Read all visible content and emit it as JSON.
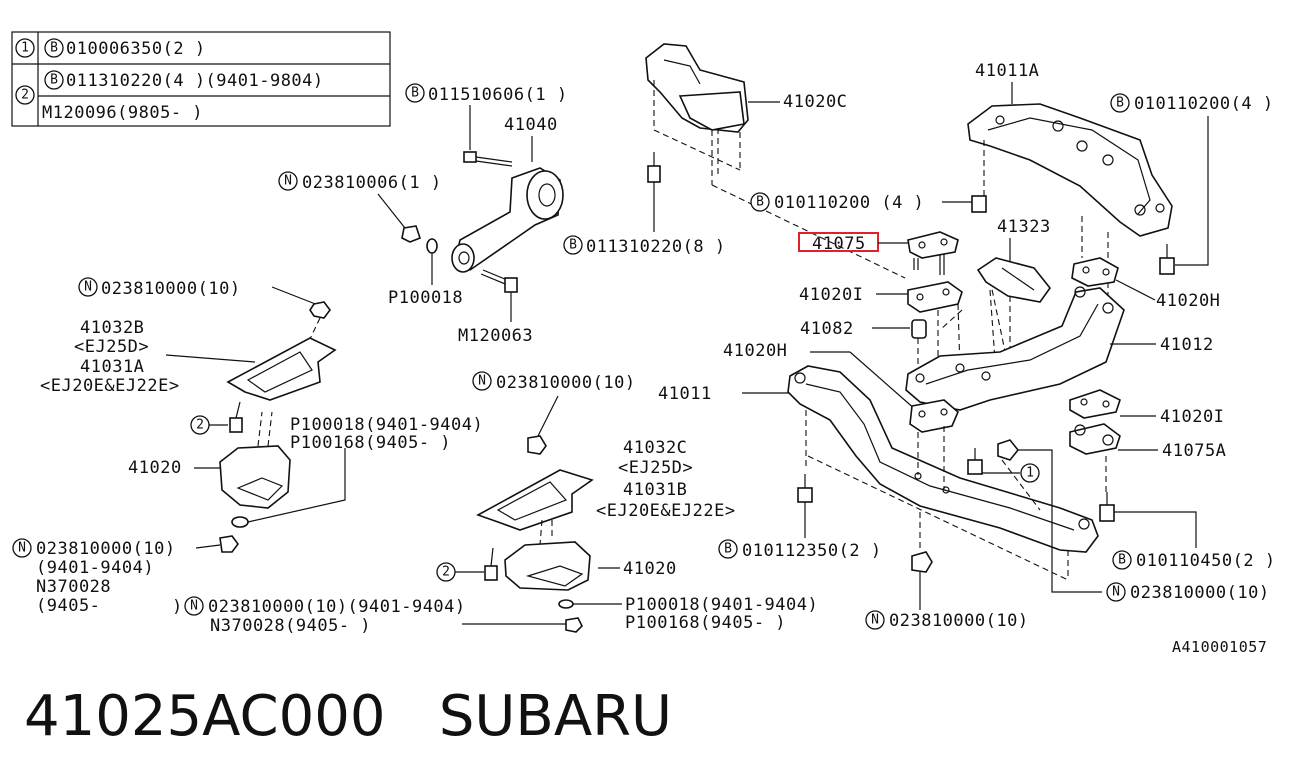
{
  "legend": {
    "rows": [
      {
        "num": "1",
        "lines": [
          {
            "mark": "B",
            "text": "010006350(2 )"
          }
        ]
      },
      {
        "num": "2",
        "lines": [
          {
            "mark": "B",
            "text": "011310220(4 )(9401-9804)"
          },
          {
            "mark": "",
            "text": "M120096(9805-        )"
          }
        ]
      }
    ]
  },
  "labels": {
    "b011510606": "011510606(1 )",
    "p41040": "41040",
    "n023810006": "023810006(1 )",
    "p100018": "P100018",
    "m120063": "M120063",
    "n023810000_a": "023810000(10)",
    "p41032b": "41032B",
    "ej25d_a": "<EJ25D>",
    "p41031a": "41031A",
    "ej20e_a": "<EJ20E&EJ22E>",
    "p41020_a": "41020",
    "p100018_range": "P100018(9401-9404)",
    "p100168_range": "P100168(9405-    )",
    "n023810000_b": "023810000(10)",
    "range_9401_9404": "(9401-9404)",
    "n370028": "N370028",
    "range_9405": "(9405-",
    "n023810000_c": "023810000(10)(9401-9404)",
    "n370028_range": "N370028(9405-      )",
    "n023810000_d": "023810000(10)",
    "p41032c": "41032C",
    "ej25d_b": "<EJ25D>",
    "p41031b": "41031B",
    "ej20e_b": "<EJ20E&EJ22E>",
    "p41020_b": "41020",
    "p100018_range_b": "P100018(9401-9404)",
    "p100168_range_b": "P100168(9405-    )",
    "p41020c": "41020C",
    "b011310220": "011310220(8 )",
    "b010110200_a": "010110200 (4 )",
    "p41075": "41075",
    "p41020i_a": "41020I",
    "p41082": "41082",
    "p41020h_a": "41020H",
    "p41011": "41011",
    "p41011a": "41011A",
    "b010110200_b": "010110200(4 )",
    "p41323": "41323",
    "p41020h_b": "41020H",
    "p41012": "41012",
    "p41020i_b": "41020I",
    "p41075a": "41075A",
    "b010112350": "010112350(2 )",
    "b010110450": "010110450(2 )",
    "n023810000_e": "023810000(10)",
    "n023810000_f": "023810000(10)",
    "diagram_id": "A410001057"
  },
  "callouts": {
    "one": "1",
    "two": "2",
    "b": "B",
    "n": "N"
  },
  "caption": {
    "part_number": "41025AC000",
    "brand": "SUBARU"
  },
  "highlight_color": "#e0202a"
}
